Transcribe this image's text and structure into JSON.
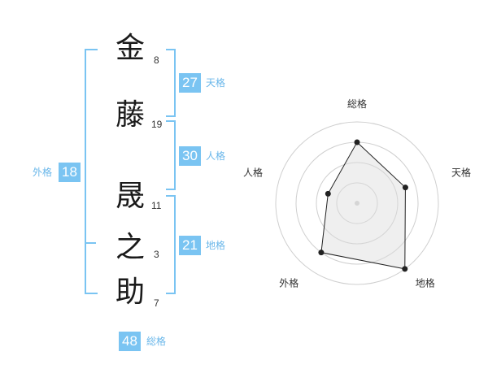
{
  "name": {
    "characters": [
      {
        "char": "金",
        "strokes": "8"
      },
      {
        "char": "藤",
        "strokes": "19"
      },
      {
        "char": "晟",
        "strokes": "11"
      },
      {
        "char": "之",
        "strokes": "3"
      },
      {
        "char": "助",
        "strokes": "7"
      }
    ]
  },
  "kakusu": {
    "tenkaku": {
      "value": "27",
      "label": "天格"
    },
    "jinkaku": {
      "value": "30",
      "label": "人格"
    },
    "chikaku": {
      "value": "21",
      "label": "地格"
    },
    "gaikaku": {
      "value": "18",
      "label": "外格"
    },
    "soukaku": {
      "value": "48",
      "label": "総格"
    }
  },
  "radar": {
    "axes": [
      "総格",
      "天格",
      "地格",
      "外格",
      "人格"
    ],
    "levels": 4,
    "max": 4,
    "values": [
      3,
      2.5,
      4,
      3,
      1.5
    ]
  },
  "colors": {
    "accent": "#7ac4f2",
    "accent_text": "#6ab7ea",
    "ring": "#cfcfcf",
    "fill": "#f0f0f0",
    "line": "#222222"
  }
}
